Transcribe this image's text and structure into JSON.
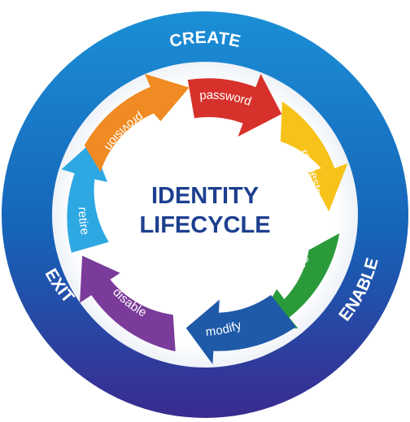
{
  "title_lines": [
    "IDENTITY",
    "LIFECYCLE"
  ],
  "phases": {
    "create": "CREATE",
    "enable": "ENABLE",
    "exit": "EXIT"
  },
  "steps": [
    {
      "label": "password",
      "color": "#d7312b"
    },
    {
      "label": "requests",
      "color": "#f7c21a"
    },
    {
      "label": "access",
      "color": "#2a9a3a"
    },
    {
      "label": "modify",
      "color": "#1f5aa8"
    },
    {
      "label": "disable",
      "color": "#7a3b9a"
    },
    {
      "label": "retire",
      "color": "#2ea8e2"
    },
    {
      "label": "provision",
      "color": "#f08a22"
    }
  ],
  "colors": {
    "outer_top": "#1b8fd6",
    "outer_mid": "#1663b8",
    "outer_bottom": "#3a2a8f",
    "center_fill": "#ffffff",
    "center_text": "#1d3f8f"
  }
}
